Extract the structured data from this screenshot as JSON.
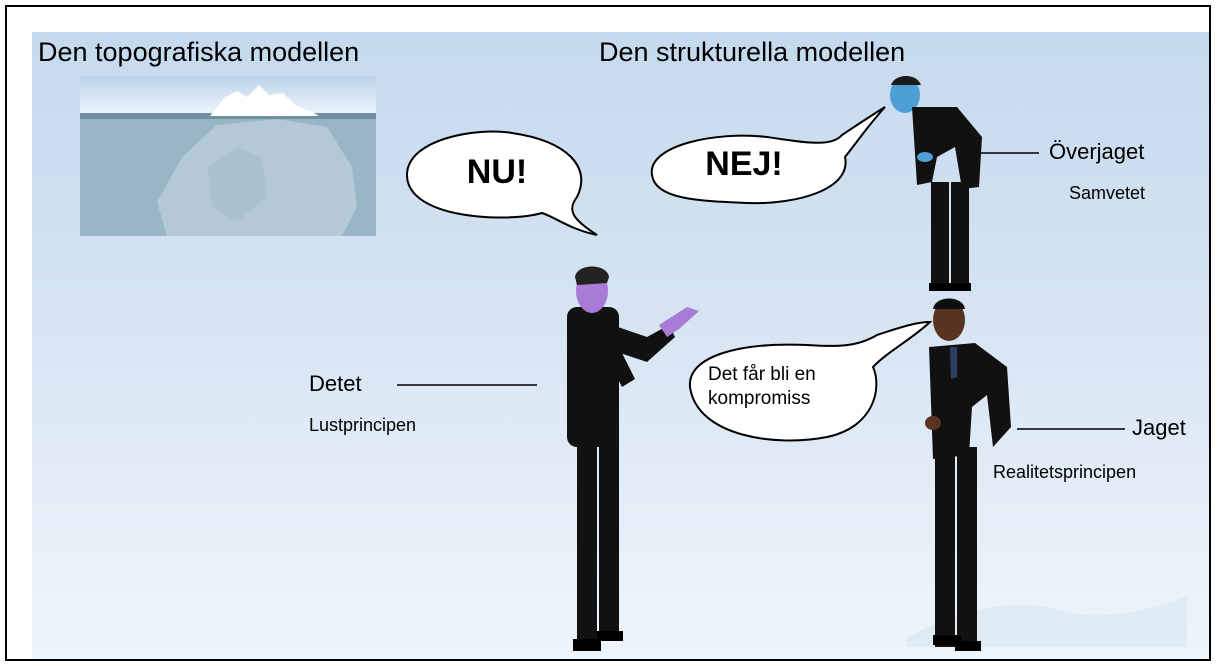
{
  "topographic_title": "Den topografiska modellen",
  "structural_title": "Den strukturella modellen",
  "speech": {
    "id": "NU!",
    "superego": "NEJ!",
    "ego_line1": "Det får bli en",
    "ego_line2": "kompromiss"
  },
  "labels": {
    "superego_name": "Överjaget",
    "superego_principle": "Samvetet",
    "id_name": "Detet",
    "id_principle": "Lustprincipen",
    "ego_name": "Jaget",
    "ego_principle": "Realitetsprincipen"
  },
  "colors": {
    "background": "#d6e4f2",
    "suit": "#111111",
    "id_skin": "#a77bd6",
    "superego_skin": "#4d9fd6",
    "ego_skin": "#5a3220"
  }
}
